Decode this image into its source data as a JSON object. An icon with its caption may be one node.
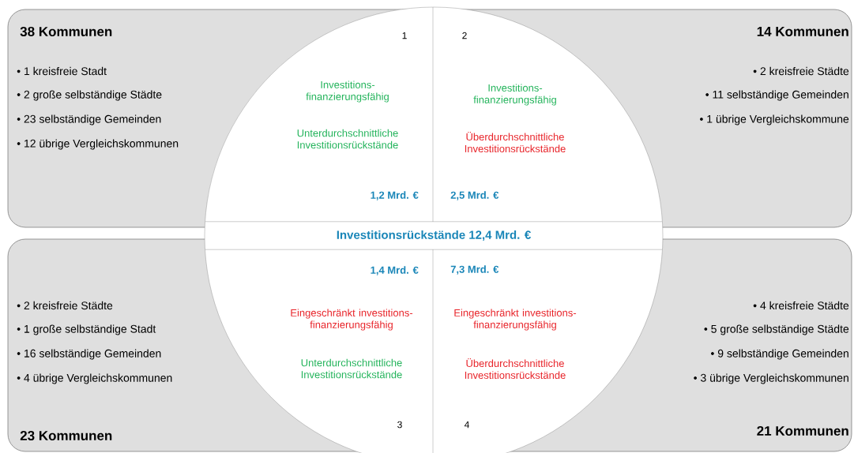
{
  "diagram": {
    "nodes": [
      {
        "text": [
          "38 Kommunen",
          "• 1 kreisfreie Stadt",
          "• 2 große selbständige Städte",
          "• 23 selbständige Gemeinden",
          "• 12 übrige Vergleichskommunen"
        ]
      },
      {
        "text": [
          "14 Kommunen",
          "• 2 kreisfreie Städte",
          "• 11 selbständige Gemeinden",
          "• 1 übrige Vergleichskommune"
        ]
      },
      {
        "text": [
          "• 2 kreisfreie Städte",
          "• 1 große selbständige Stadt",
          "• 16 selbständige Gemeinden",
          "• 4 übrige Vergleichskommunen",
          "23 Kommunen"
        ]
      },
      {
        "text": [
          "• 4 kreisfreie Städte",
          "• 5 große selbständige Städte",
          "• 9 selbständige Gemeinden",
          "• 3 übrige Vergleichskommunen",
          "21 Kommunen"
        ]
      },
      {
        "text": [],
        "shape": "circle"
      },
      {
        "text": [
          "1",
          "Investitions- finanzierungsfähig",
          "Unterdurchschnittliche Investitionsrückstände",
          "1,2 Mrd. €"
        ]
      },
      {
        "text": [
          "2",
          "Investitions- finanzierungsfähig",
          "Überdurchschnittliche Investitionsrückstände",
          "2,5 Mrd. €"
        ]
      },
      {
        "text": [
          "1,4 Mrd. €",
          "Eingeschränkt investitions- finanzierungsfähig",
          "Unterdurchschnittliche Investitionsrückstände",
          "3"
        ]
      },
      {
        "text": [
          "7,3 Mrd. €",
          "Eingeschränkt investitions- finanzierungsfähig",
          "Überdurchschnittliche Investitionsrückstände",
          "4"
        ]
      },
      {
        "text": [
          "Investitionsrückstände 12,4 Mrd. €"
        ],
        "in": 4
      }
    ]
  }
}
